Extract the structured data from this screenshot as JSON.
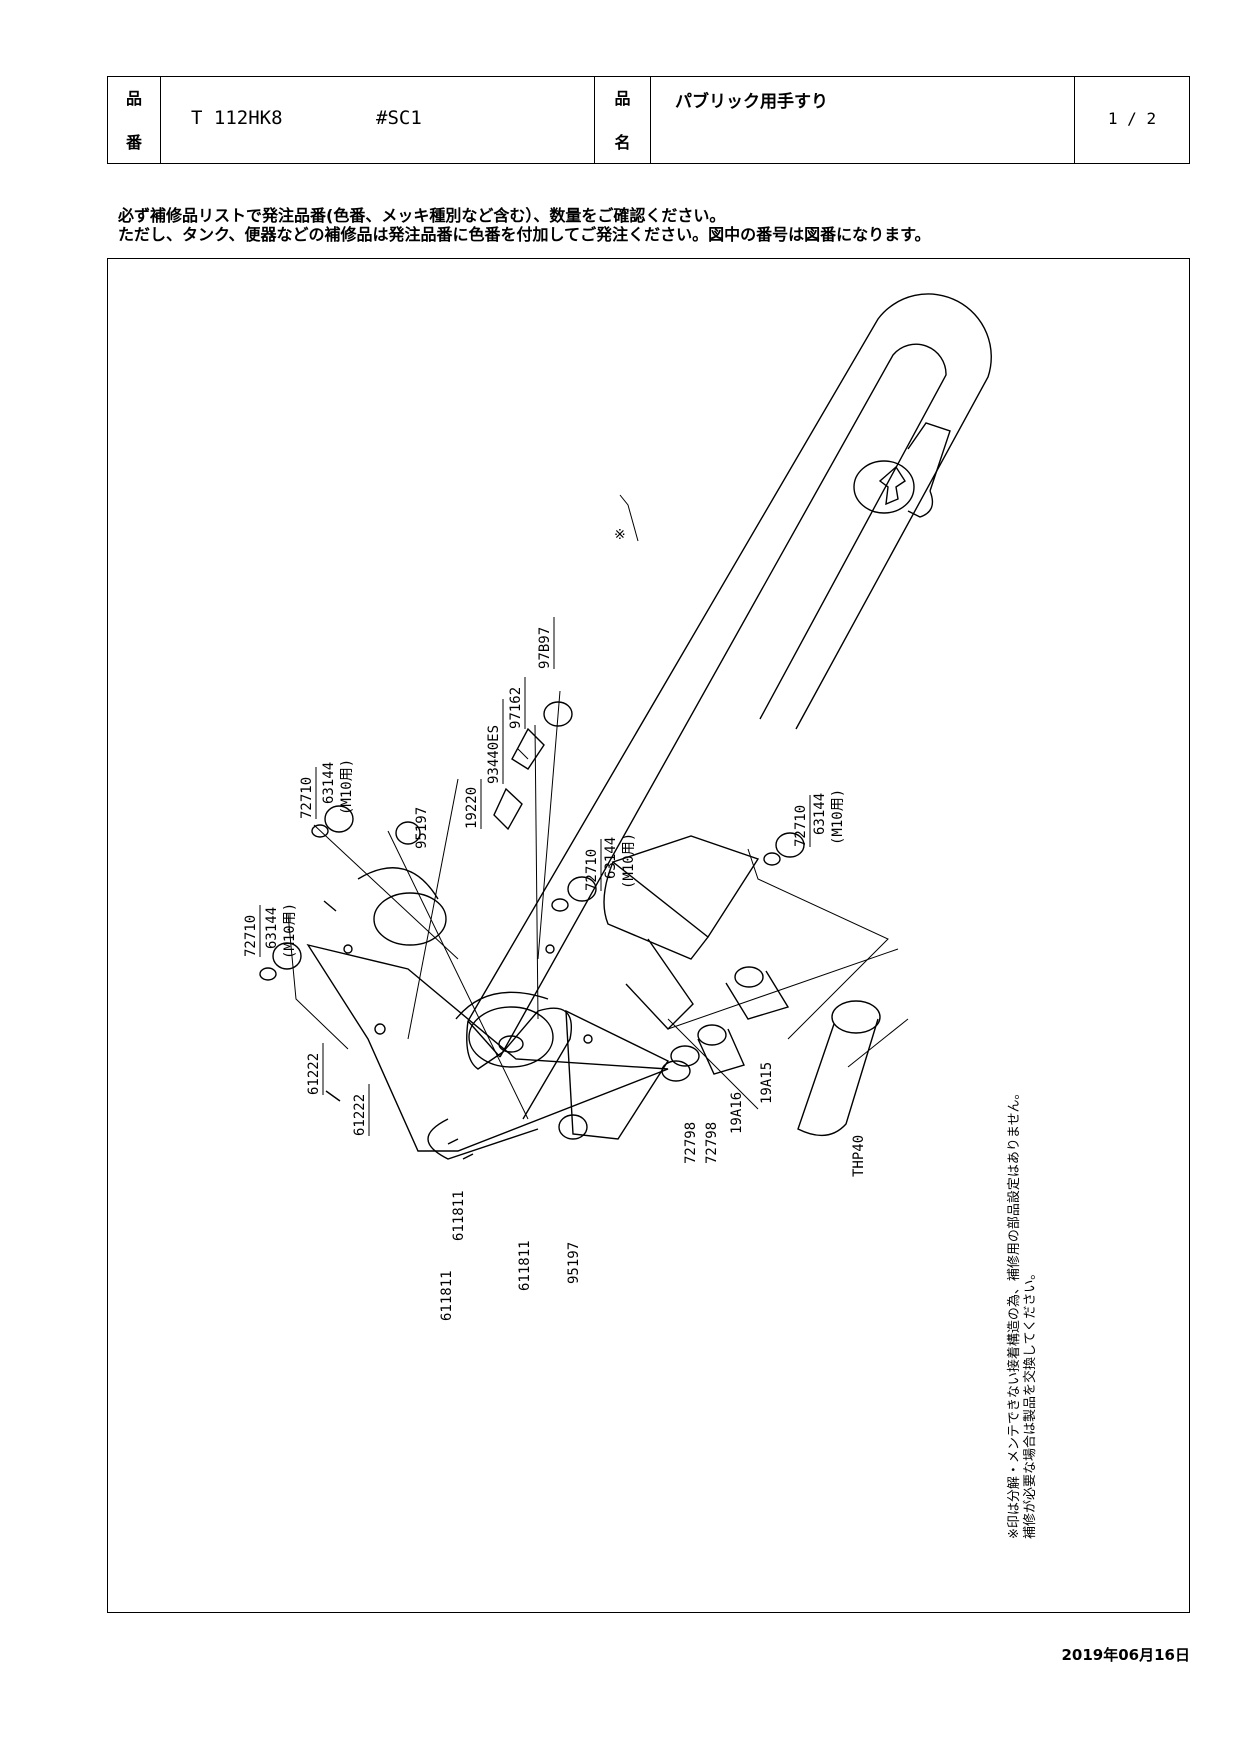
{
  "header": {
    "hinban_label_1": "品",
    "hinban_label_2": "番",
    "product_code": "T 112HK8",
    "color_code": "#SC1",
    "hinmei_label_1": "品",
    "hinmei_label_2": "名",
    "product_name": "パブリック用手すり",
    "page": "1 / 2"
  },
  "notice": {
    "line1": "必ず補修品リストで発注品番(色番、メッキ種別など含む）、数量をご確認ください。",
    "line2": "ただし、タンク、便器などの補修品は発注品番に色番を付加してご発注ください。図中の番号は図番になります。"
  },
  "parts": {
    "p97897": "97B97",
    "p97162": "97162",
    "p93440ES": "93440ES",
    "p19220": "19220",
    "p95197a": "95197",
    "p72710a": "72710",
    "p63144a": "63144",
    "m10a": "(M10用)",
    "p72710b": "72710",
    "p63144b": "63144",
    "m10b": "(M10用)",
    "p72710c": "72710",
    "p63144c": "63144",
    "m10c": "(M10用)",
    "p72710d": "72710",
    "p63144d": "63144",
    "m10d": "(M10用)",
    "p61222a": "61222",
    "p61222b": "61222",
    "p611811a": "611811",
    "p611811b": "611811",
    "p611811c": "611811",
    "p95197b": "95197",
    "p72798a": "72798",
    "p72798b": "72798",
    "p19A16": "19A16",
    "p19A15": "19A15",
    "pTHP40": "THP40",
    "asterisk": "※"
  },
  "side_note": {
    "line1": "※印は分解・メンテできない接着構造の為、補修用の部品設定はありません。",
    "line2": "補修が必要な場合は製品を交換してください。"
  },
  "date": "2019年06月16日"
}
